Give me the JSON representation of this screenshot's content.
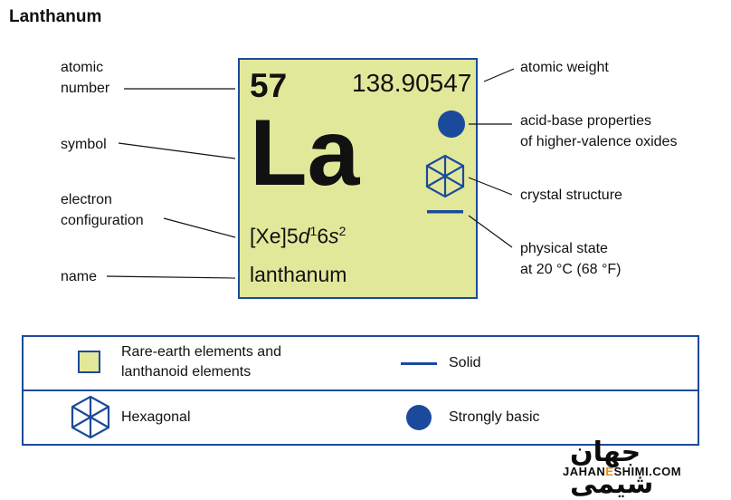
{
  "title": "Lanthanum",
  "element": {
    "number": "57",
    "weight": "138.90547",
    "symbol": "La",
    "config_base": "[Xe]5",
    "config_d": "d",
    "config_d_sup": "1",
    "config_mid": "6",
    "config_s": "s",
    "config_s_sup": "2",
    "name": "lanthanum",
    "cell_color": "#e2e89a",
    "accent_color": "#1b4a9c"
  },
  "labels": {
    "atomic_number": [
      "atomic",
      "number"
    ],
    "symbol": "symbol",
    "electron_configuration": [
      "electron",
      "configuration"
    ],
    "name": "name",
    "atomic_weight": "atomic weight",
    "acid_base": [
      "acid-base properties",
      "of higher-valence oxides"
    ],
    "crystal_structure": "crystal structure",
    "physical_state": [
      "physical state",
      "at 20 °C (68 °F)"
    ]
  },
  "legend": {
    "category": [
      "Rare-earth elements and",
      "lanthanoid elements"
    ],
    "state": "Solid",
    "crystal": "Hexagonal",
    "acidbase": "Strongly basic"
  },
  "icons": {
    "oxide": "filled-circle-icon",
    "crystal": "hexagonal-crystal-icon",
    "state": "solid-bar-icon"
  },
  "watermark": {
    "logo": "جهان شیمی",
    "url_left": "JAHAN",
    "url_e": "E",
    "url_right": "SHIMI.COM"
  }
}
